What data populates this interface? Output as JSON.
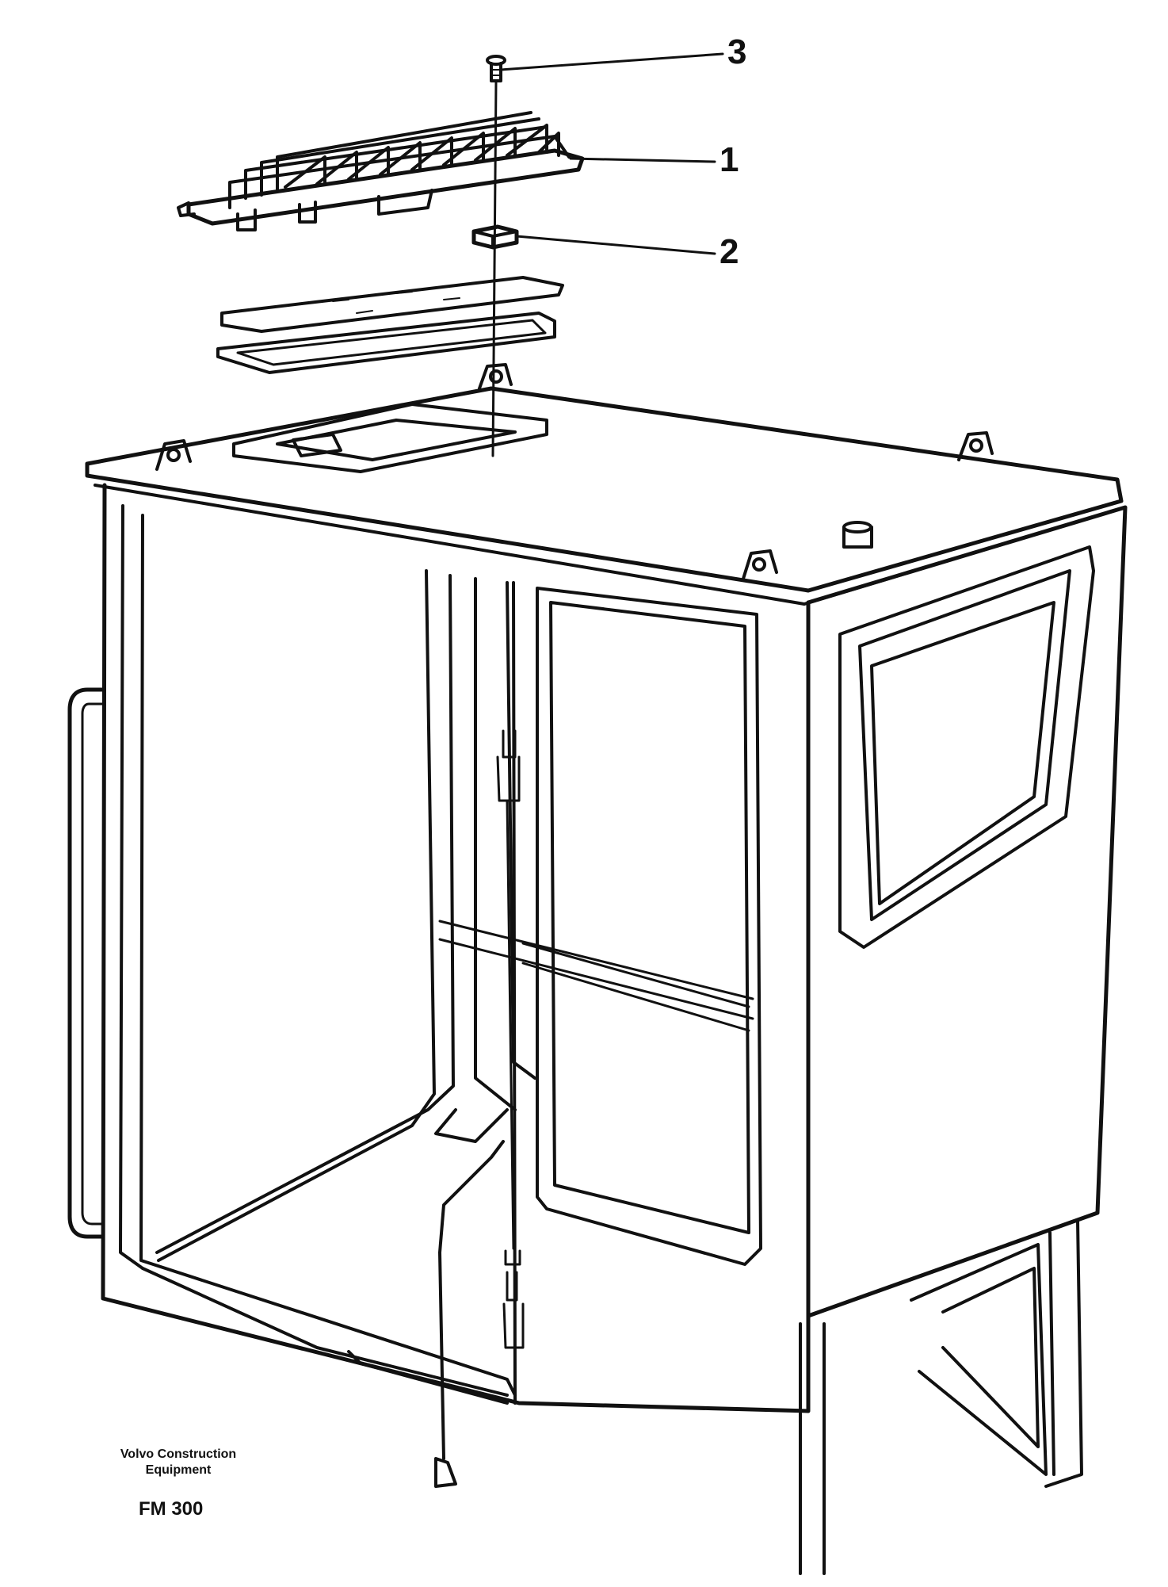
{
  "callouts": [
    {
      "number": "3",
      "part": "screw"
    },
    {
      "number": "1",
      "part": "roof-guard-grille"
    },
    {
      "number": "2",
      "part": "spacer"
    }
  ],
  "footer": {
    "brand_line_1": "Volvo Construction",
    "brand_line_2": "Equipment",
    "figure_code": "FM 300"
  },
  "colors": {
    "line": "#111111",
    "background": "#ffffff"
  }
}
